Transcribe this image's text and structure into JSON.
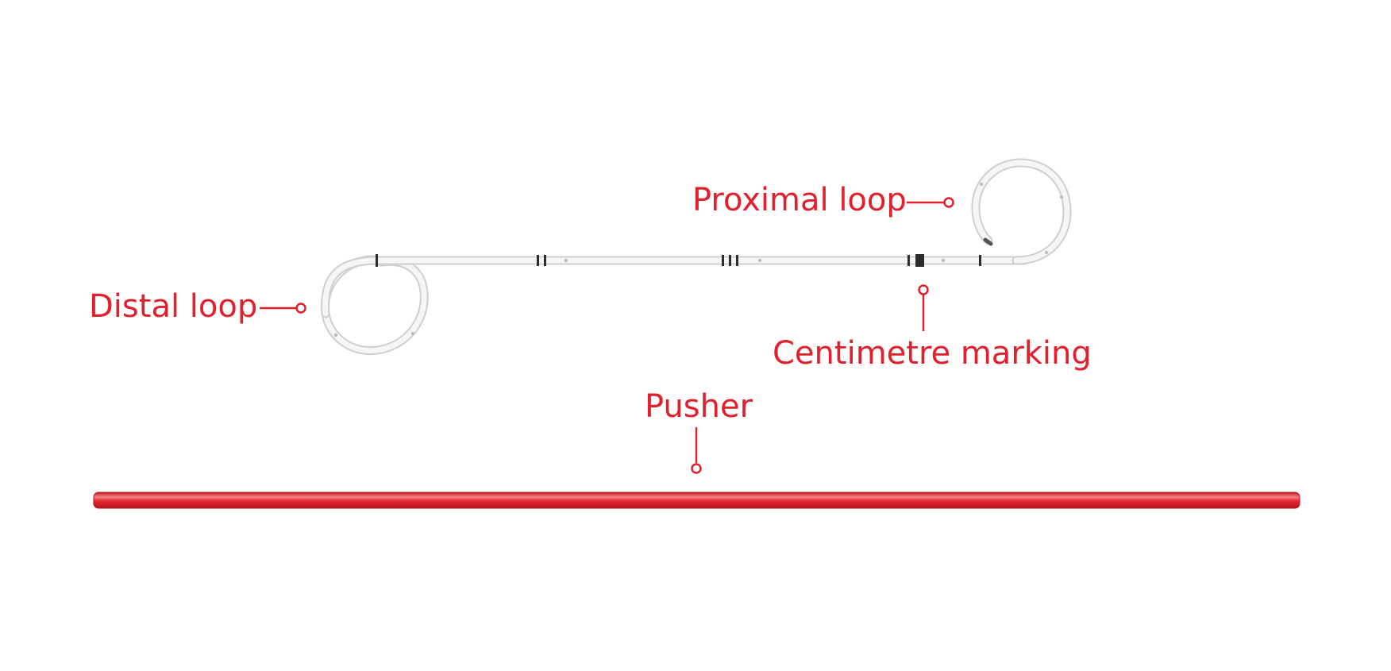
{
  "labels": {
    "proximal_loop": "Proximal loop",
    "distal_loop": "Distal loop",
    "centimetre_marking": "Centimetre marking",
    "pusher": "Pusher"
  },
  "colors": {
    "accent": "#e0202c",
    "stent_fill": "#f4f4f4",
    "stent_edge": "#d2d2d2",
    "marking": "#2b2b2b",
    "pusher": "#e3262f",
    "pusher_edge": "#b5151f",
    "pusher_highlight": "#f58a8f"
  }
}
